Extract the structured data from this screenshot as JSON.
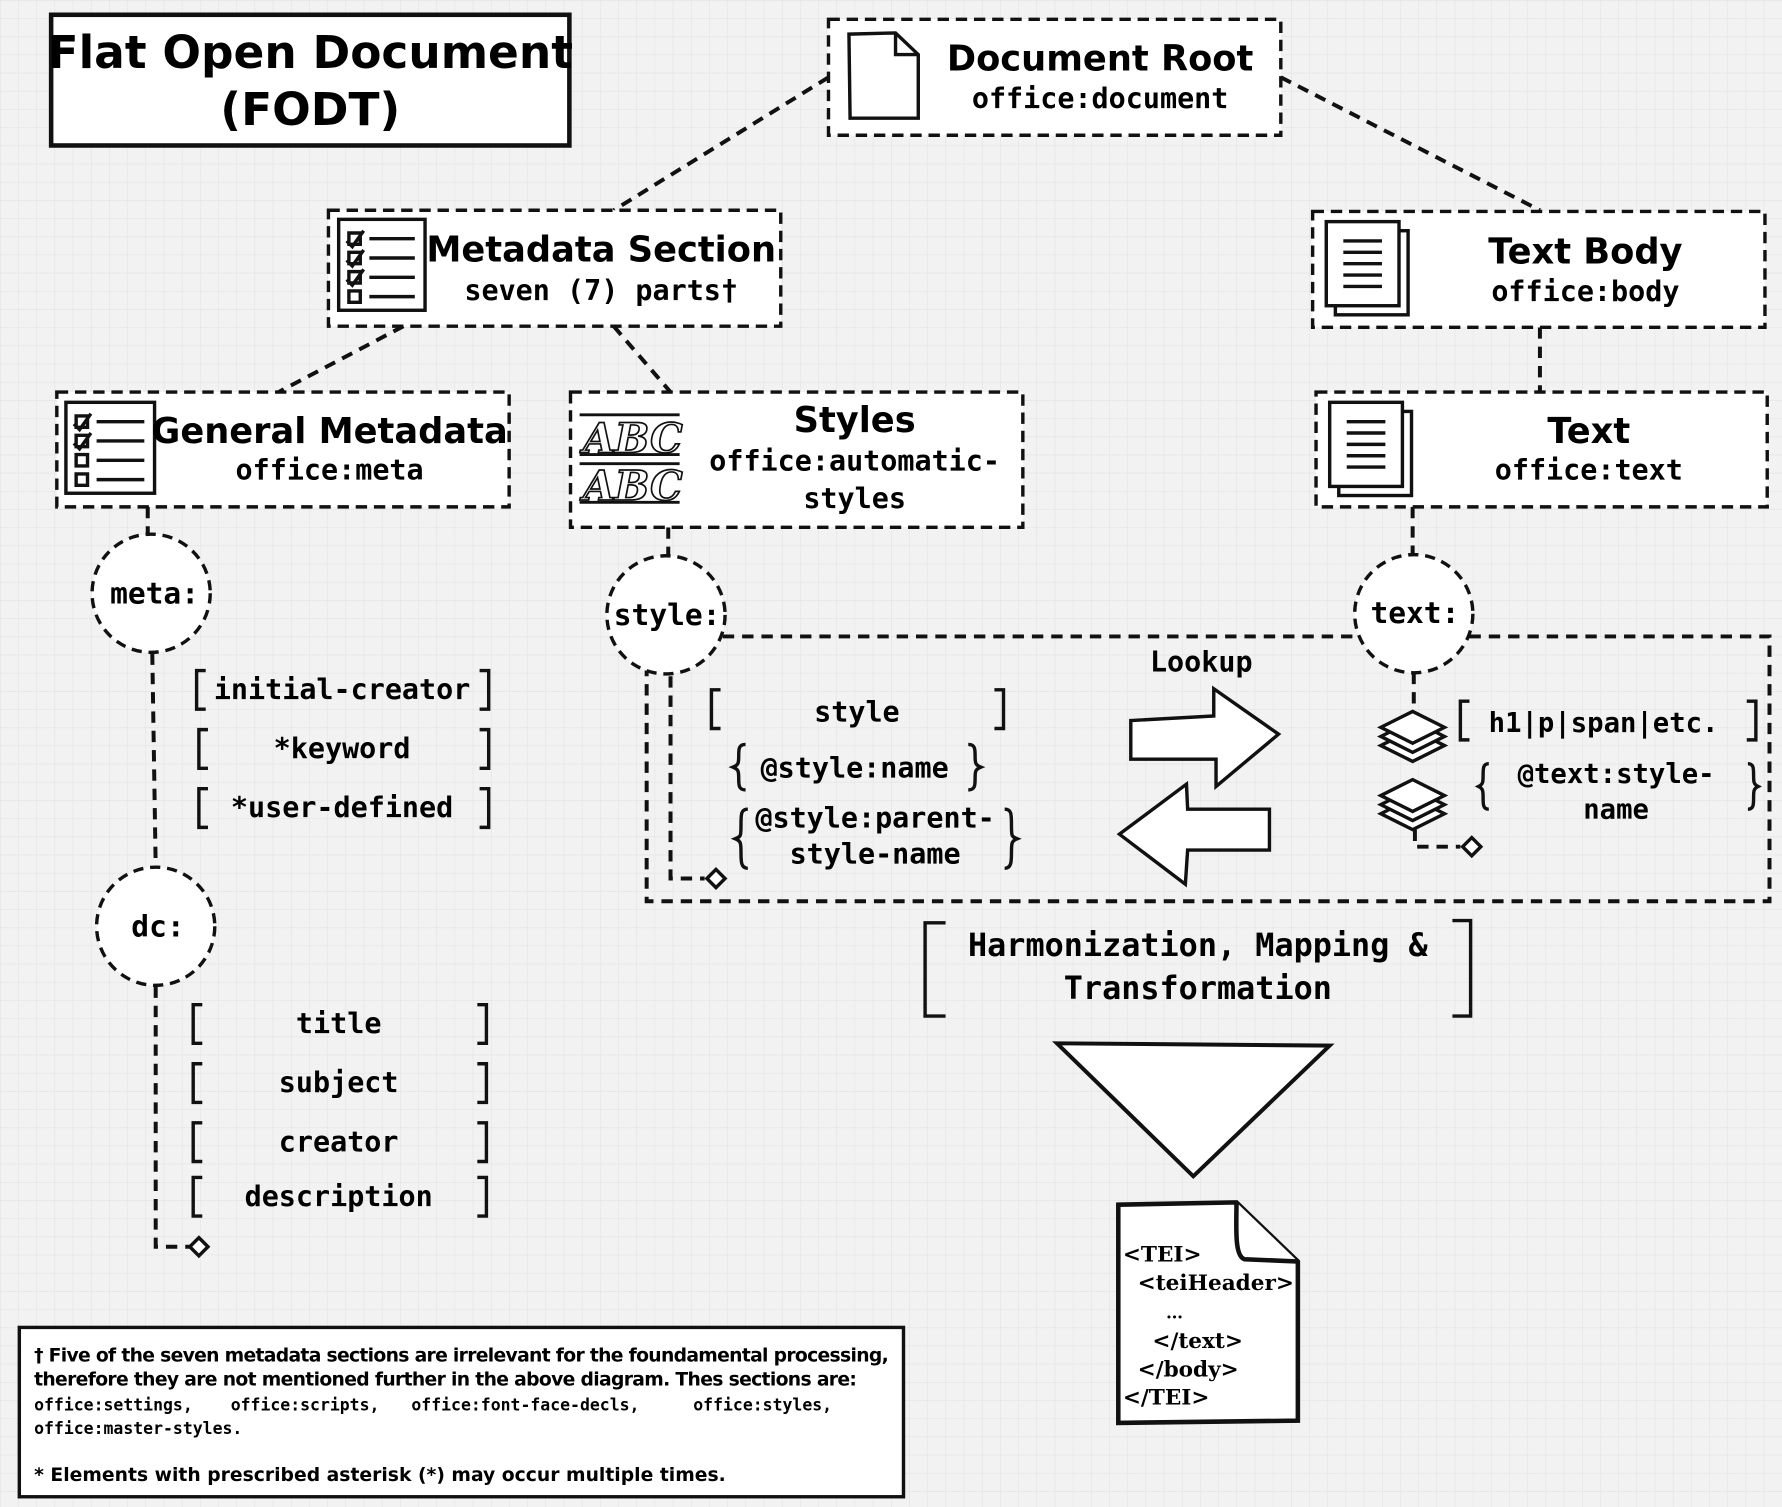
{
  "title": {
    "line1": "Flat Open Document",
    "line2": "(FODT)"
  },
  "nodes": {
    "root": {
      "title": "Document Root",
      "element": "office:document",
      "icon": "document-icon"
    },
    "metadata_section": {
      "title": "Metadata Section",
      "subtitle": "seven (7) parts†",
      "icon": "checklist-icon"
    },
    "text_body": {
      "title": "Text Body",
      "element": "office:body",
      "icon": "pages-icon"
    },
    "general_metadata": {
      "title": "General Metadata",
      "element": "office:meta",
      "icon": "checklist-icon"
    },
    "styles": {
      "title": "Styles",
      "element_line1": "office:automatic-",
      "element_line2": "styles",
      "icon": "abc-typography-icon"
    },
    "text": {
      "title": "Text",
      "element": "office:text",
      "icon": "pages-icon"
    }
  },
  "namespaces": {
    "meta": "meta:",
    "dc": "dc:",
    "style": "style:",
    "text": "text:"
  },
  "meta_items": [
    "initial-creator",
    "*keyword",
    "*user-defined"
  ],
  "dc_items": [
    "title",
    "subject",
    "creator",
    "description"
  ],
  "style_items": {
    "element": "style",
    "attr1": "@style:name",
    "attr2_line1": "@style:parent-",
    "attr2_line2": "style-name"
  },
  "text_items": {
    "element": "h1|p|span|etc.",
    "attr_line1": "@text:style-",
    "attr_line2": "name"
  },
  "lookup_label": "Lookup",
  "process": {
    "line1": "Harmonization, Mapping &",
    "line2": "Transformation"
  },
  "tei_output": [
    "<TEI>",
    "<teiHeader>",
    "…",
    "</text>",
    "</body>",
    "</TEI>"
  ],
  "footnote": {
    "line1": "† Five of the seven metadata sections are irrelevant for the foundamental processing,",
    "line2": "therefore they are not mentioned further in the above diagram. Thes sections are:",
    "sections": [
      "office:settings,",
      "office:scripts,",
      "office:font-face-decls,",
      "office:styles,",
      "office:master-styles."
    ],
    "asterisk_note": "* Elements with prescribed asterisk (*) may occur multiple times."
  }
}
